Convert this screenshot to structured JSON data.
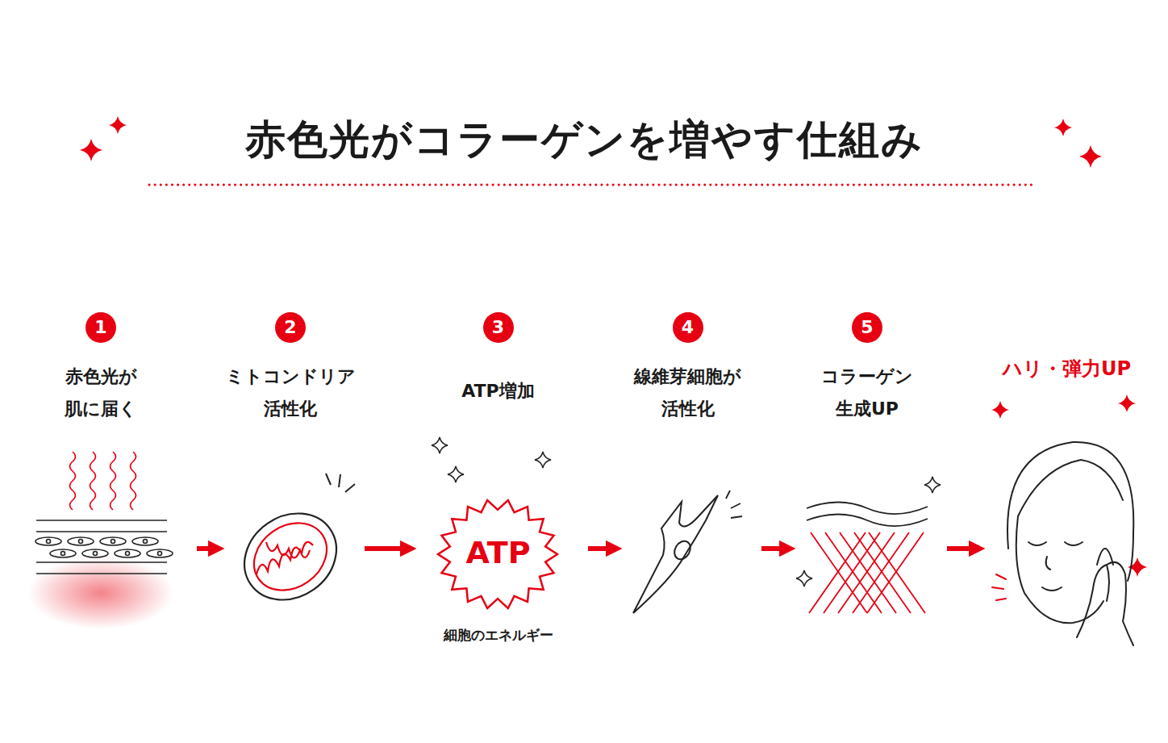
{
  "diagram": {
    "title": "赤色光がコラーゲンを増やす仕組み",
    "nodes": [
      {
        "text": [
          "1",
          "赤色光が 肌に届く"
        ]
      },
      {
        "text": [
          "2",
          "ミトコンドリア 活性化"
        ]
      },
      {
        "text": [
          "3",
          "ATP増加",
          "ATP",
          "細胞のエネルギー"
        ]
      },
      {
        "text": [
          "4",
          "線維芽細胞が 活性化"
        ]
      },
      {
        "text": [
          "5",
          "コラーゲン 生成UP"
        ]
      },
      {
        "text": [
          "ハリ・弾力UP"
        ]
      }
    ],
    "edges": [
      {
        "from": 0,
        "to": 1,
        "arrow": "to"
      },
      {
        "from": 1,
        "to": 2,
        "arrow": "to"
      },
      {
        "from": 2,
        "to": 3,
        "arrow": "to"
      },
      {
        "from": 3,
        "to": 4,
        "arrow": "to"
      },
      {
        "from": 4,
        "to": 5,
        "arrow": "to"
      }
    ]
  }
}
